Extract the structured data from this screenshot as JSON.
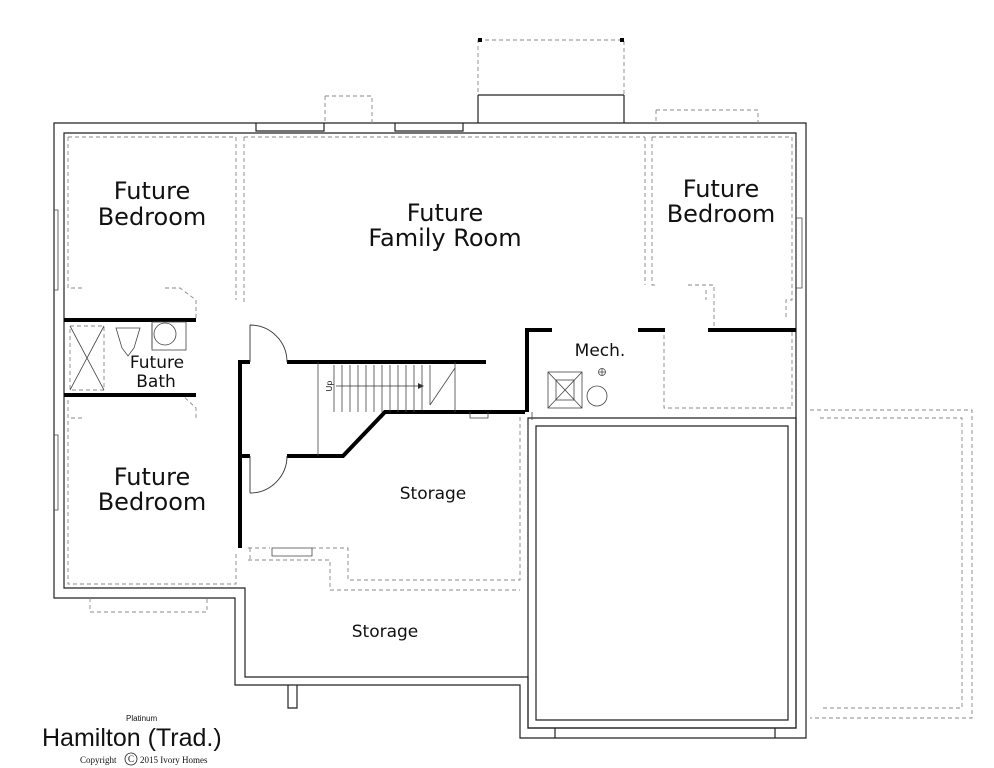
{
  "rooms": {
    "bedroom_nw": {
      "line1": "Future",
      "line2": "Bedroom"
    },
    "family_room": {
      "line1": "Future",
      "line2": "Family Room"
    },
    "bedroom_ne": {
      "line1": "Future",
      "line2": "Bedroom"
    },
    "bath": {
      "line1": "Future",
      "line2": "Bath"
    },
    "bedroom_sw": {
      "line1": "Future",
      "line2": "Bedroom"
    },
    "mech": "Mech.",
    "storage_center": "Storage",
    "storage_lower": "Storage",
    "stair_label": "Up"
  },
  "title_block": {
    "series": "Platinum",
    "plan_name": "Hamilton (Trad.)",
    "copyright_word": "Copyright",
    "copyright_mark": "C",
    "copyright_text": "2015 Ivory Homes"
  }
}
